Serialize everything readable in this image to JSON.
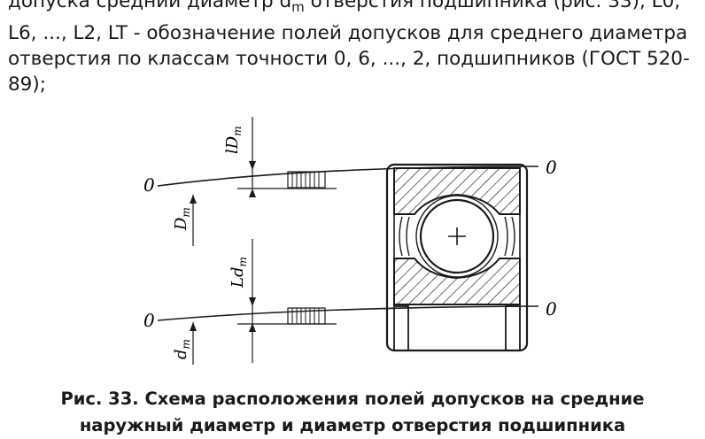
{
  "paragraph": {
    "line1_pre": "допуска средний диаметр d",
    "line1_sub": "m",
    "line1_post": " отверстия подшипника (рис. 33), L0,",
    "line2": "L6, ..., L2, LT - обозначение полей допусков для среднего диаметра",
    "line3": "отверстия по классам точности 0, 6, ..., 2, подшипников (ГОСТ 520-",
    "line4": "89);"
  },
  "figure": {
    "zero_mark": "0",
    "label_lDm": "lD",
    "label_lDm_sub": "m",
    "label_Dm": "D",
    "label_Dm_sub": "m",
    "label_Ldm": "Ld",
    "label_Ldm_sub": "m",
    "label_dm": "d",
    "label_dm_sub": "m"
  },
  "caption": {
    "line1": "Рис. 33. Схема расположения полей допусков на средние",
    "line2": "наружный диаметр и диаметр отверстия подшипника"
  }
}
